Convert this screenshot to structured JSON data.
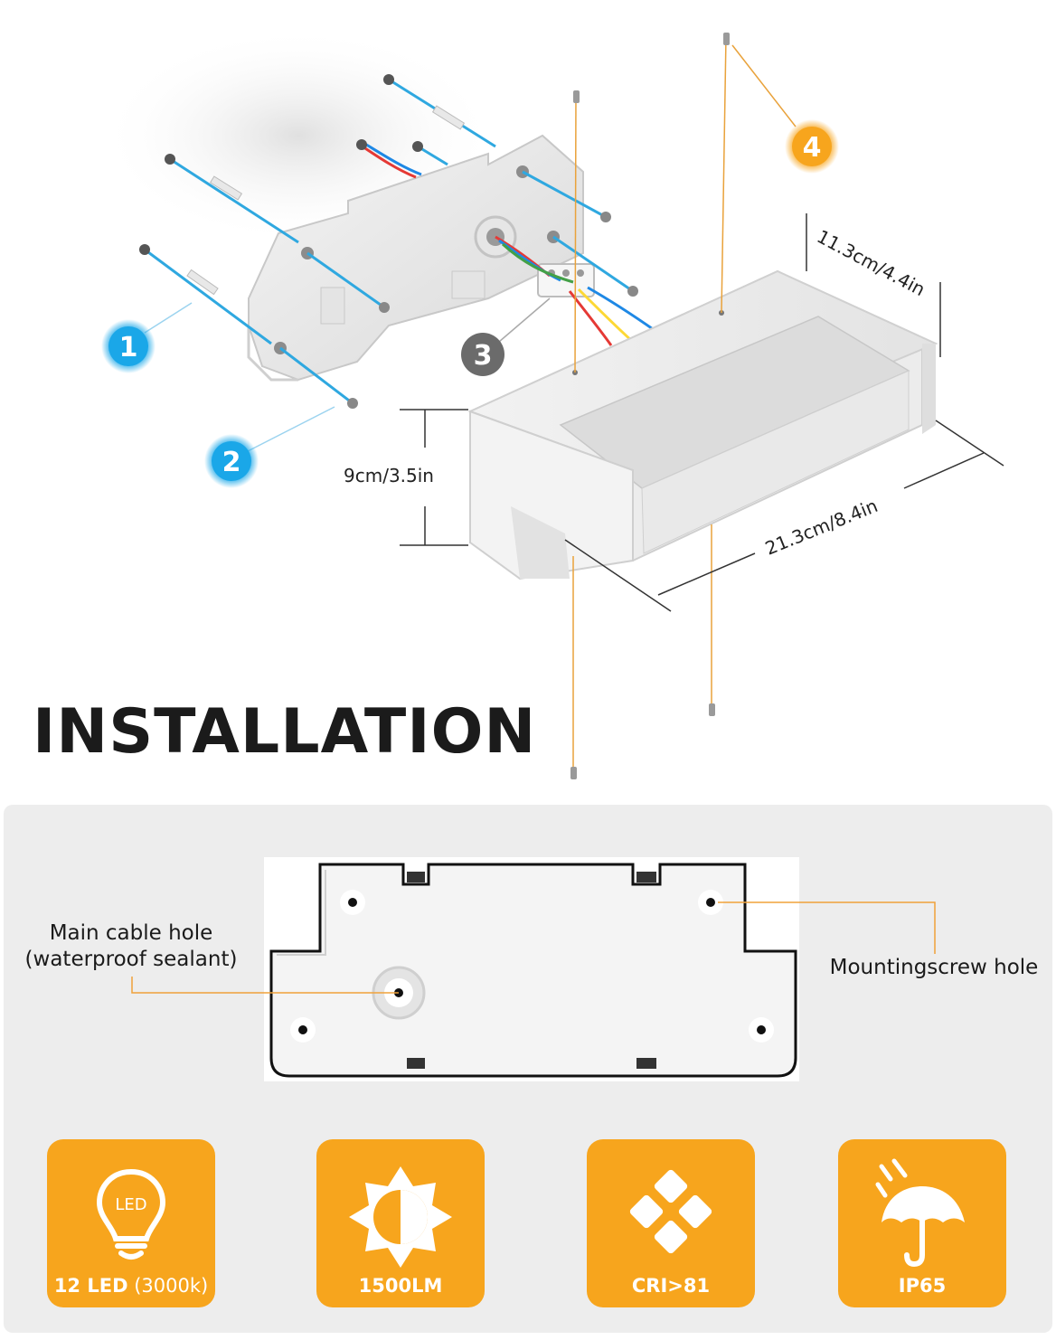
{
  "diagram": {
    "title": "INSTALLATION",
    "steps": [
      "1",
      "2",
      "3",
      "4"
    ],
    "dimensions": {
      "height": "9cm/3.5in",
      "depth": "11.3cm/4.4in",
      "length": "21.3cm/8.4in"
    },
    "callouts": {
      "cable_hole": "Main cable hole\n(waterproof sealant)",
      "screw_hole": "Mountingscrew hole"
    },
    "features": [
      {
        "label": "12 LED",
        "sub": " (3000k)",
        "icon": "led-bulb-icon"
      },
      {
        "label": "1500LM",
        "sub": "",
        "icon": "brightness-icon"
      },
      {
        "label": "CRI>81",
        "sub": "",
        "icon": "cri-diamonds-icon"
      },
      {
        "label": "IP65",
        "sub": "",
        "icon": "umbrella-rain-icon"
      }
    ],
    "colors": {
      "accent_orange": "#f7a51d",
      "step_blue": "#1aa7e8",
      "step_gray": "#6b6b6b",
      "panel_gray": "#ededed"
    }
  }
}
